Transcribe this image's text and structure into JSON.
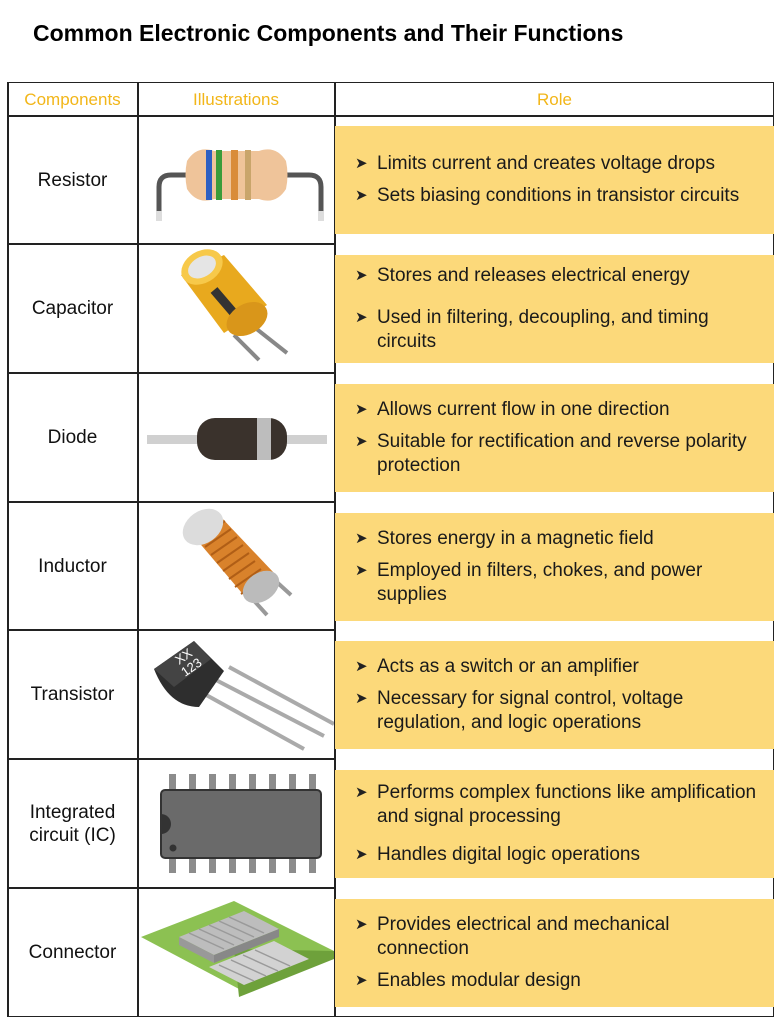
{
  "title": "Common Electronic Components and Their Functions",
  "headers": {
    "components": "Components",
    "illustrations": "Illustrations",
    "role": "Role"
  },
  "colors": {
    "accent": "#f2b619",
    "role_fill": "#fcd97a"
  },
  "rows": [
    {
      "component": "Resistor",
      "icon": "resistor-icon",
      "roles": [
        "Limits current and creates voltage drops",
        "Sets biasing conditions in transistor circuits"
      ]
    },
    {
      "component": "Capacitor",
      "icon": "capacitor-icon",
      "roles": [
        "Stores and releases electrical energy",
        "Used in filtering, decoupling, and timing circuits"
      ]
    },
    {
      "component": "Diode",
      "icon": "diode-icon",
      "roles": [
        "Allows current flow in one direction",
        "Suitable for rectification and reverse polarity protection"
      ]
    },
    {
      "component": "Inductor",
      "icon": "inductor-icon",
      "roles": [
        "Stores energy in a magnetic field",
        "Employed in filters, chokes, and power supplies"
      ]
    },
    {
      "component": "Transistor",
      "icon": "transistor-icon",
      "marking": [
        "XX",
        "123"
      ],
      "roles": [
        "Acts as a switch or an amplifier",
        "Necessary for signal control, voltage regulation, and logic operations"
      ]
    },
    {
      "component": "Integrated circuit (IC)",
      "icon": "integrated-circuit-icon",
      "roles": [
        "Performs complex functions like amplification and signal processing",
        "Handles digital logic operations"
      ]
    },
    {
      "component": "Connector",
      "icon": "connector-icon",
      "roles": [
        "Provides electrical and mechanical connection",
        "Enables modular design"
      ]
    }
  ]
}
